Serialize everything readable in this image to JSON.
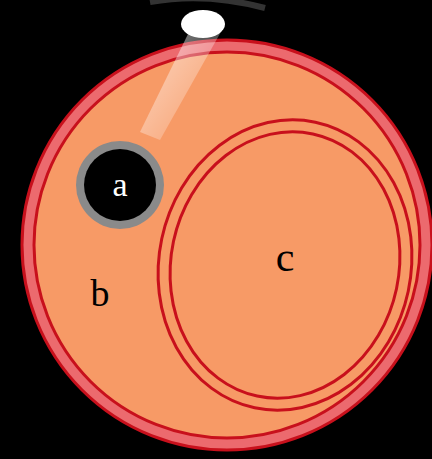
{
  "diagram": {
    "nodes": [
      {
        "text": [
          "b"
        ]
      },
      {
        "text": [
          "a"
        ],
        "in": 0
      },
      {
        "text": [
          "c"
        ],
        "in": 0
      }
    ]
  }
}
